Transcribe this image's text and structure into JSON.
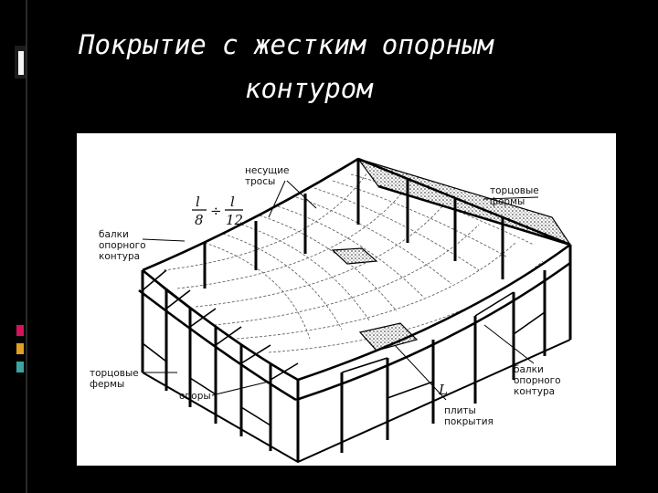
{
  "slide": {
    "title_line1": "Покрытие с жестким опорным",
    "title_line2": "контуром"
  },
  "diagram": {
    "labels": {
      "carrying_cables_1": "несущие",
      "carrying_cables_2": "тросы",
      "end_trusses_top_1": "торцовые",
      "end_trusses_top_2": "фермы",
      "contour_beams_left_1": "балки",
      "contour_beams_left_2": "опорного",
      "contour_beams_left_3": "контура",
      "end_trusses_left_1": "торцовые",
      "end_trusses_left_2": "фермы",
      "supports": "опоры",
      "contour_beams_right_1": "балки",
      "contour_beams_right_2": "опорного",
      "contour_beams_right_3": "контура",
      "slabs_1": "плиты",
      "slabs_2": "покрытия",
      "span": "L"
    },
    "sag_ratio": {
      "num_left": "l",
      "den_left": "8",
      "sep": "÷",
      "num_right": "l",
      "den_right": "12"
    }
  },
  "colors": {
    "background": "#000000",
    "title": "#ffffff",
    "accent_red": "#d4145a",
    "accent_orange": "#e0a020",
    "accent_teal": "#3aa6a0"
  }
}
